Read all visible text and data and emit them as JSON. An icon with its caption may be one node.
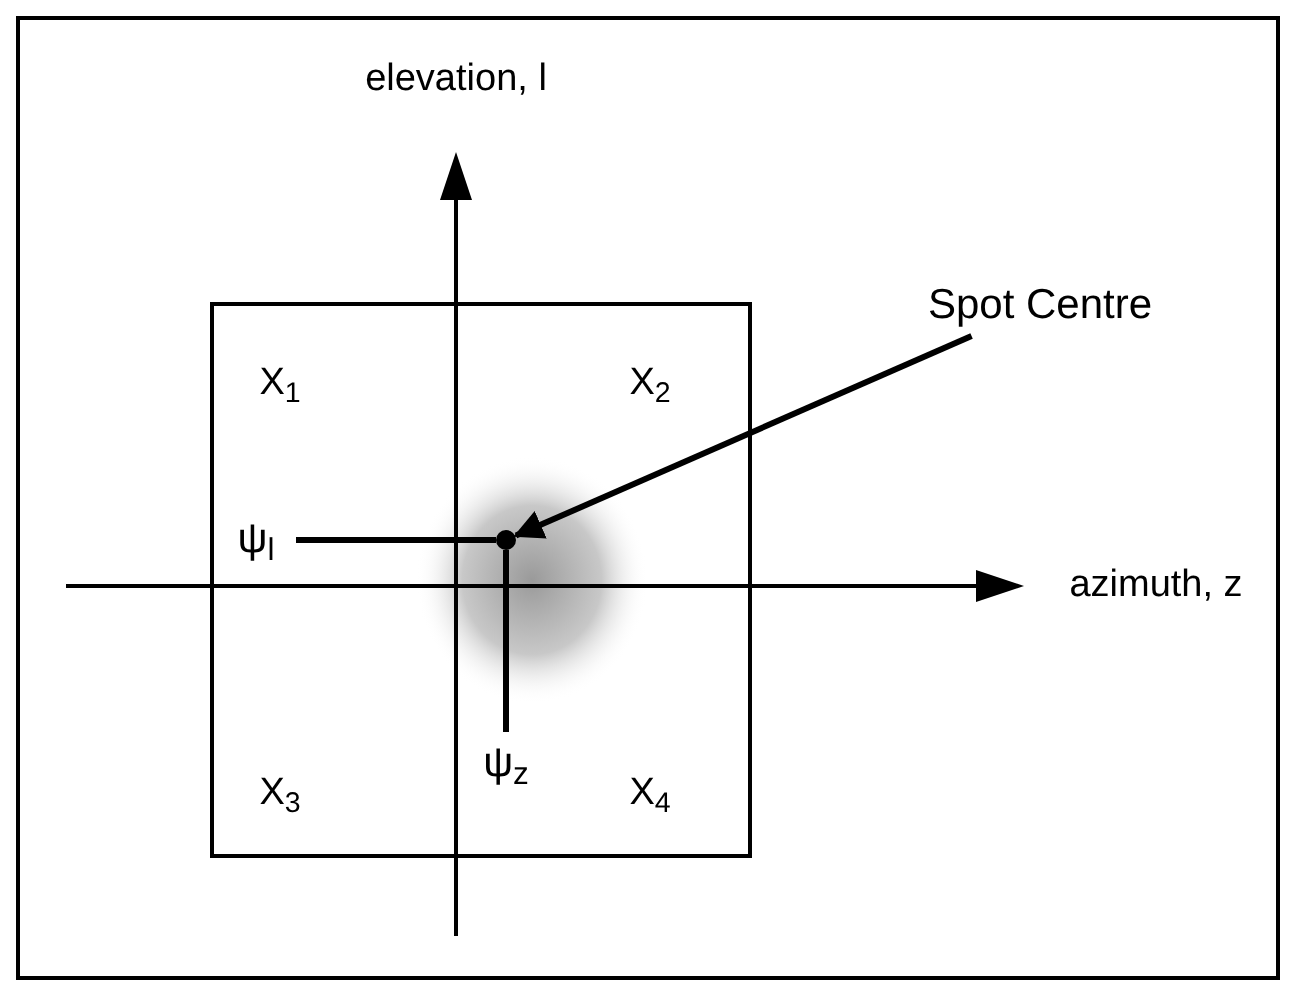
{
  "diagram": {
    "nodes": [
      {
        "text": [
          "Spot Centre"
        ]
      },
      {
        "text": [],
        "shape": "circle"
      },
      {
        "text": [
          "ψ$_{l}$"
        ]
      },
      {
        "text": [
          "ψ$_{z}$"
        ]
      }
    ],
    "edges": [
      {
        "from": 0,
        "to": 1,
        "arrow": "to"
      },
      {
        "from": 2,
        "to": 1,
        "arrow": "none"
      },
      {
        "from": 3,
        "to": 1,
        "arrow": "none"
      }
    ],
    "labels": [
      "elevation, l",
      "X$_{1}$",
      "X$_{2}$",
      "azimuth, z",
      "X$_{3}$",
      "X$_{4}$"
    ]
  }
}
